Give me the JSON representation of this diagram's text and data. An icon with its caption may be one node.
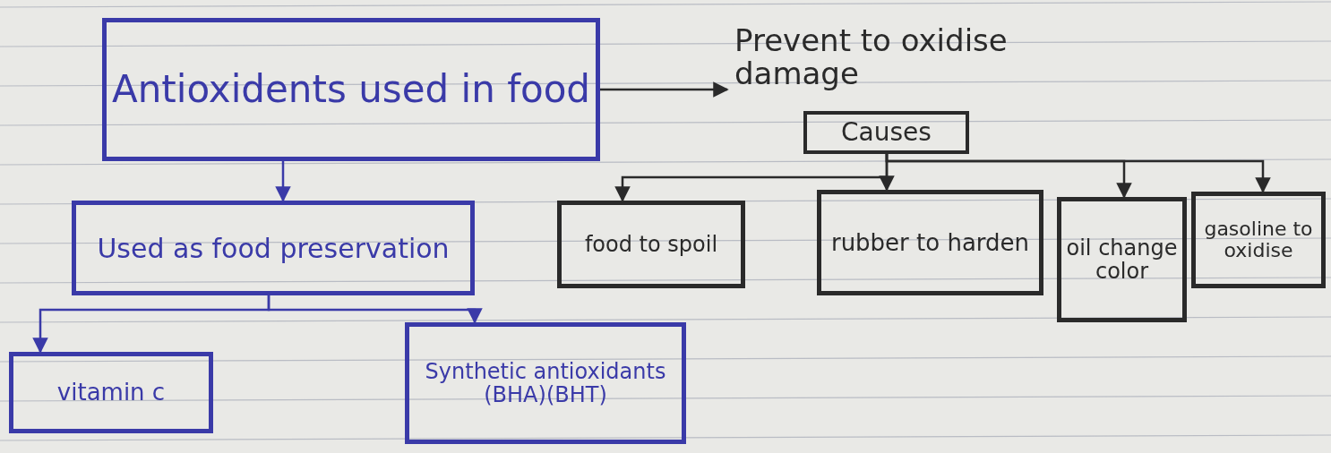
{
  "diagram": {
    "nodes": [
      {
        "text": [
          "Antioxidents used in food"
        ]
      },
      {
        "text": [
          "Prevent to oxidise damage"
        ]
      },
      {
        "text": [
          "Causes"
        ]
      },
      {
        "text": [
          "Used as food preservation"
        ]
      },
      {
        "text": [
          "food to spoil"
        ]
      },
      {
        "text": [
          "rubber to harden"
        ]
      },
      {
        "text": [
          "oil change color"
        ]
      },
      {
        "text": [
          "gasoline to oxidise"
        ]
      },
      {
        "text": [
          "vitamin c"
        ]
      },
      {
        "text": [
          "Synthetic antioxidants (BHA)(BHT)"
        ]
      }
    ],
    "edges": [
      {
        "from": 0,
        "to": 1,
        "arrow": "to"
      },
      {
        "from": 0,
        "to": 3,
        "arrow": "to",
        "color": "#3a3aa8"
      },
      {
        "from": 2,
        "to": 4,
        "arrow": "to"
      },
      {
        "from": 2,
        "to": 5,
        "arrow": "to"
      },
      {
        "from": 2,
        "to": 6,
        "arrow": "to"
      },
      {
        "from": 2,
        "to": 7,
        "arrow": "to"
      },
      {
        "from": 3,
        "to": 8,
        "arrow": "to",
        "color": "#3a3aa8"
      },
      {
        "from": 3,
        "to": 9,
        "arrow": "to",
        "color": "#3a3aa8"
      }
    ]
  }
}
